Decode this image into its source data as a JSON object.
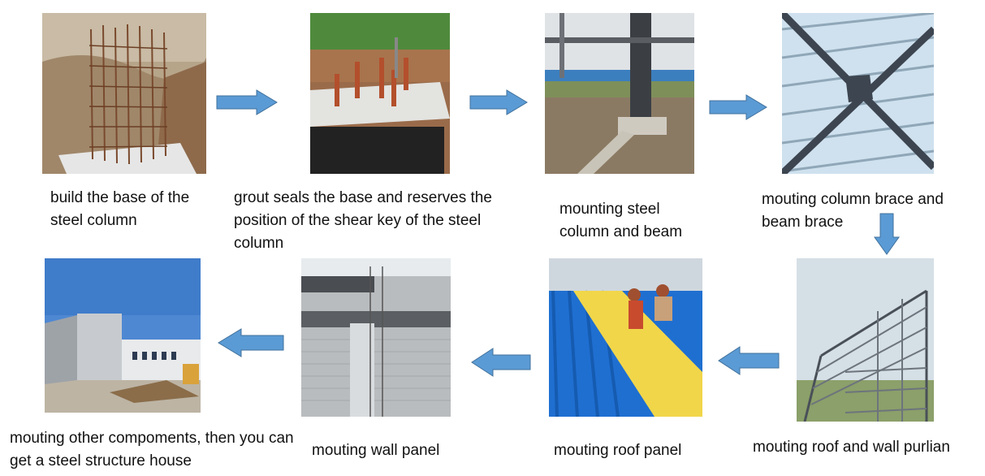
{
  "steps": [
    {
      "caption": "build the base of the steel column"
    },
    {
      "caption": "grout seals the base and reserves the position of the shear key of the steel column"
    },
    {
      "caption": "mounting steel column  and beam"
    },
    {
      "caption": "mouting  column brace and beam brace"
    },
    {
      "caption": "mouting roof and wall purlian"
    },
    {
      "caption": "mouting roof panel"
    },
    {
      "caption": "mouting wall panel"
    },
    {
      "caption": "mouting other  compoments, then you can get a steel structure house"
    }
  ],
  "colors": {
    "arrow": "#5b9bd5",
    "arrow_border": "#41719c"
  }
}
